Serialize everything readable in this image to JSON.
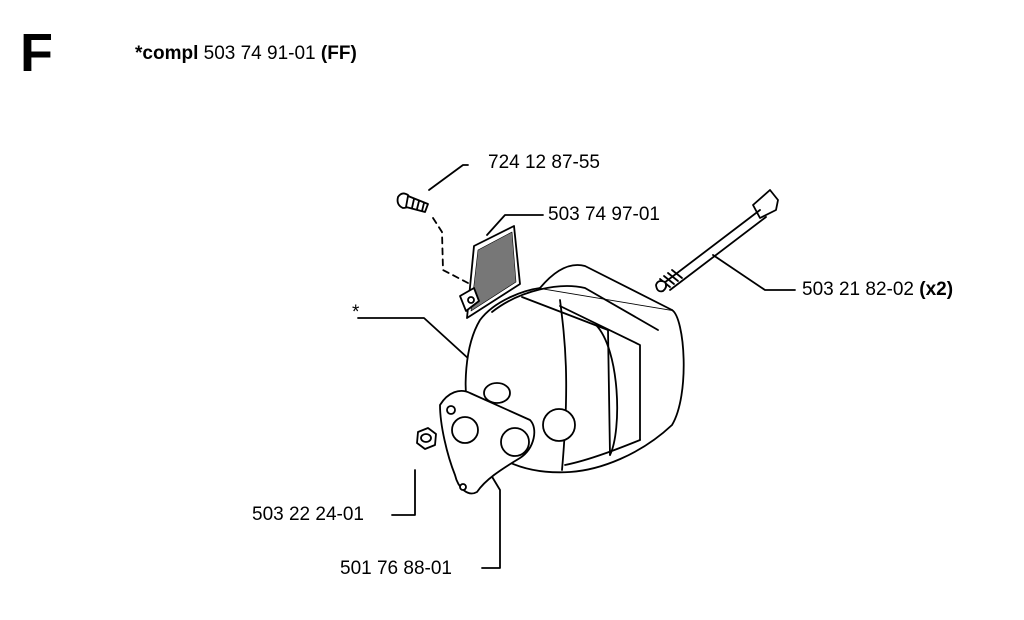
{
  "section": {
    "letter": "F"
  },
  "assembly": {
    "prefix": "*compl",
    "part_number": "503 74 91-01",
    "code": "(FF)"
  },
  "callouts": {
    "screw": "724 12 87-55",
    "screen": "503 74 97-01",
    "bolt": {
      "part_number": "503 21 82-02",
      "qty": "(x2)"
    },
    "muffler": "*",
    "nut": "503 22 24-01",
    "gasket": "501 76 88-01"
  }
}
